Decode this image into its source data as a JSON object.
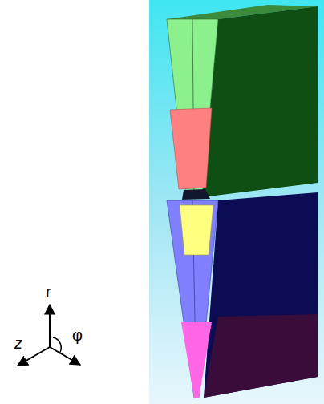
{
  "diagram": {
    "labels": [
      "r",
      "z",
      "φ"
    ]
  }
}
